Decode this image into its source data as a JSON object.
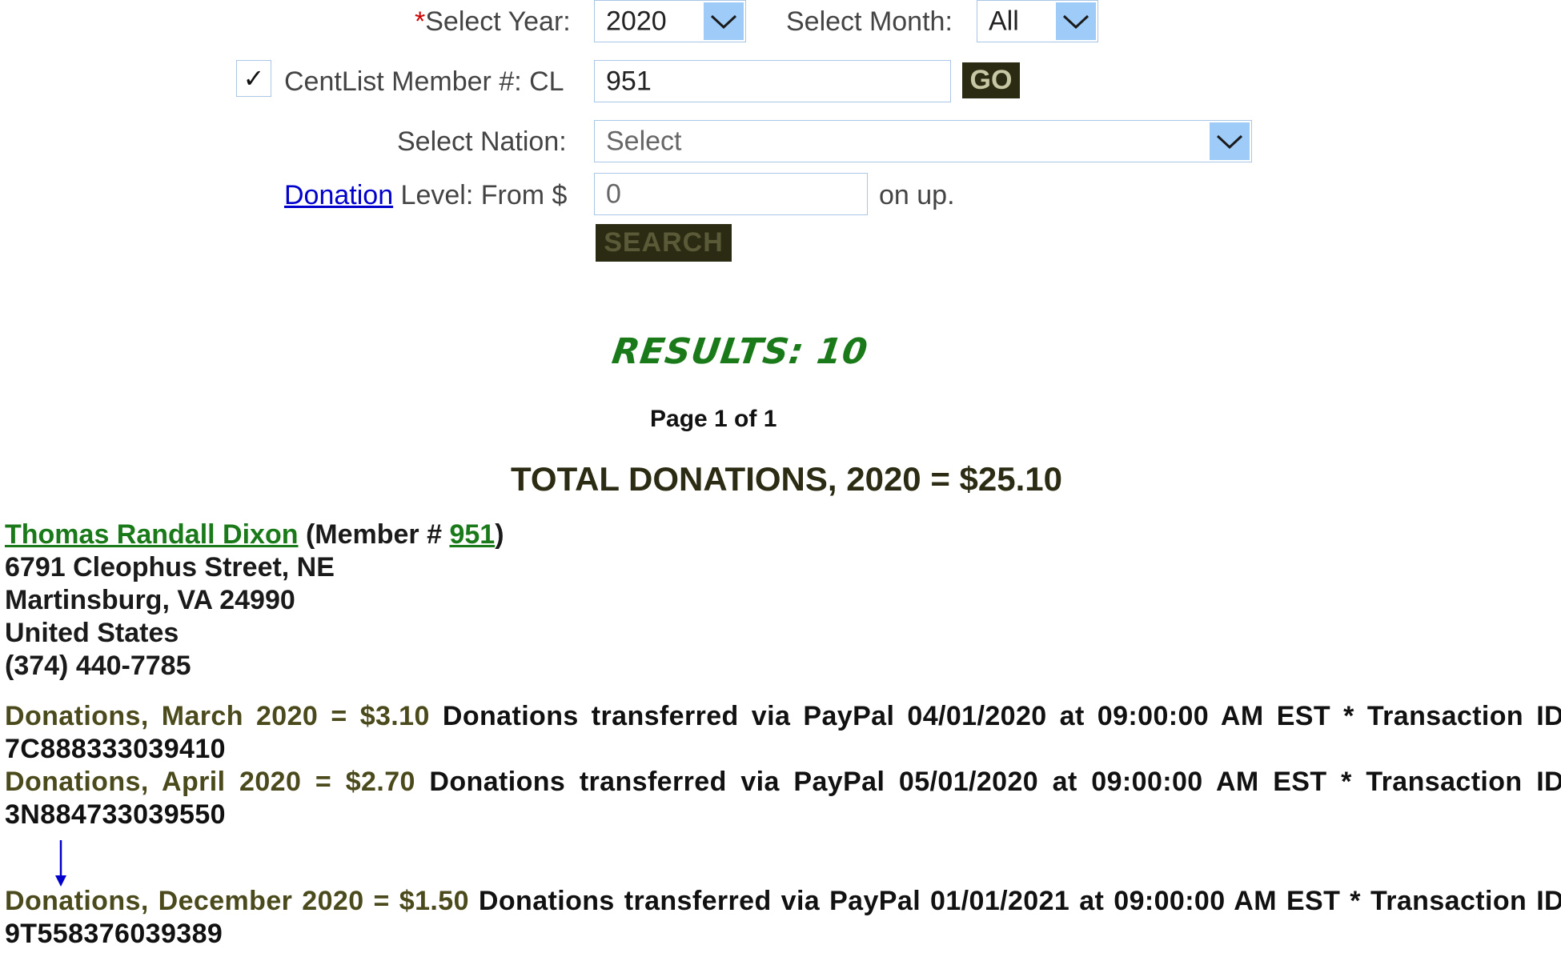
{
  "form": {
    "year": {
      "required_mark": "*",
      "label": "Select Year:",
      "value": "2020"
    },
    "month": {
      "label": "Select Month:",
      "value": "All"
    },
    "member": {
      "checked_glyph": "✓",
      "label": "CentList Member #: CL",
      "value": "951",
      "go_label": "GO"
    },
    "nation": {
      "label": "Select Nation:",
      "value": "Select"
    },
    "donation_level": {
      "link_text": "Donation",
      "label_rest": " Level: From $",
      "value": "0",
      "suffix": "on up."
    },
    "search_label": "SEARCH"
  },
  "results": {
    "title": "RESULTS: 10",
    "page_info": "Page 1 of 1",
    "total": "TOTAL DONATIONS, 2020 = $25.10"
  },
  "member_info": {
    "name": "Thomas Randall Dixon",
    "member_prefix": " (Member # ",
    "member_number": "951",
    "member_suffix": ")",
    "address1": "6791 Cleophus Street, NE",
    "address2": "Martinsburg, VA 24990",
    "country": "United States",
    "phone": "(374) 440-7785"
  },
  "donations": [
    {
      "summary": "Donations, March 2020 = $3.10",
      "detail": " Donations transferred via PayPal 04/01/2020 at 09:00:00 AM EST * Transaction ID 7C888333039410"
    },
    {
      "summary": "Donations, April 2020 = $2.70",
      "detail": " Donations transferred via PayPal 05/01/2020 at 09:00:00 AM EST * Transaction ID 3N884733039550"
    },
    {
      "summary": "Donations, December 2020 = $1.50",
      "detail": " Donations transferred via PayPal 01/01/2021 at 09:00:00 AM EST * Transaction ID 9T558376039389"
    }
  ],
  "colors": {
    "arrow_blue": "#0000cc",
    "results_green": "#1a7a1a",
    "button_dark": "#2b2b14",
    "select_arrow_bg": "#9ecbf7"
  }
}
